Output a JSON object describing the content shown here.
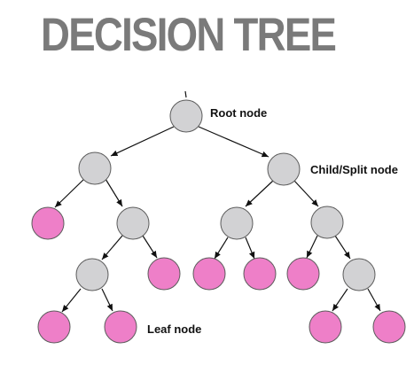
{
  "title": "DECISION TREE",
  "colors": {
    "title": "#7a7a7a",
    "internal_node": "#d2d2d4",
    "leaf_node": "#ee7fc8",
    "node_outline": "#5c5c5c",
    "edge": "#111111"
  },
  "labels": {
    "root": "Root node",
    "split": "Child/Split node",
    "leaf": "Leaf node"
  }
}
